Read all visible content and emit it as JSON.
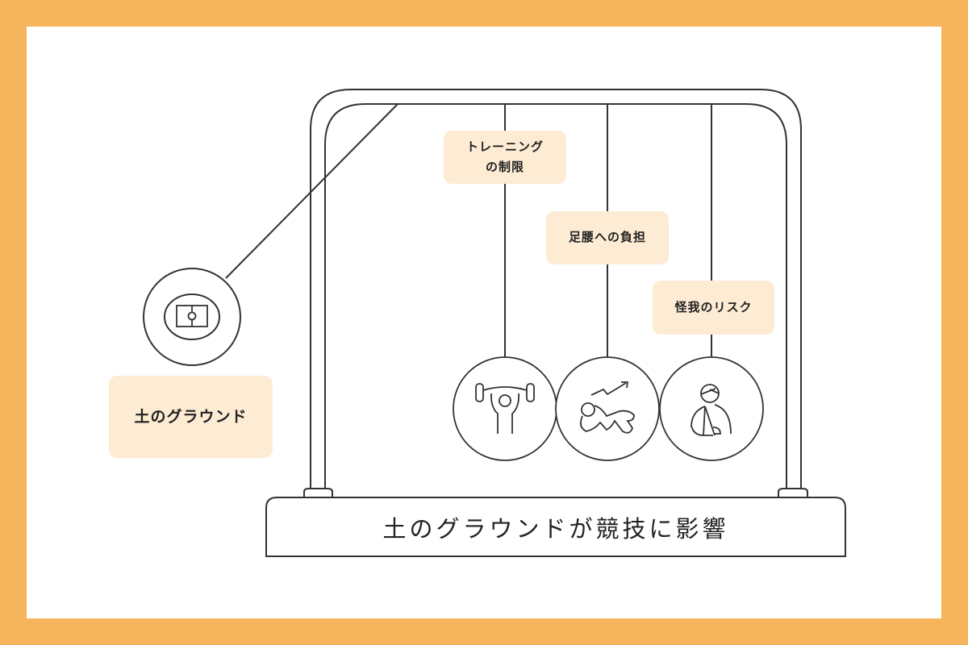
{
  "colors": {
    "border": "#F6B45C",
    "label_bg": "#FDEBD3",
    "line": "#333333"
  },
  "main_label": "土のグラウンド",
  "base_caption": "土のグラウンドが競技に影響",
  "balls": [
    {
      "label": "トレーニング\nの制限",
      "icon": "weightlifting-icon"
    },
    {
      "label": "足腰への負担",
      "icon": "exhausted-person-icon"
    },
    {
      "label": "怪我のリスク",
      "icon": "injured-arm-sling-icon"
    }
  ],
  "lifted_ball_icon": "soccer-field-icon"
}
